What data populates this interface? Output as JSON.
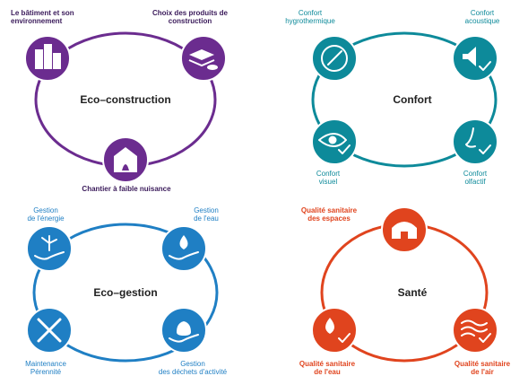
{
  "quadrants": [
    {
      "id": "eco-construction",
      "color": "#6b2c8f",
      "center_label": "Eco–construction",
      "nodes": [
        {
          "label": "Le bâtiment et son\nenvironnement",
          "icon": "buildings-icon"
        },
        {
          "label": "Choix des produits de\nconstruction",
          "icon": "materials-icon"
        },
        {
          "label": "Chantier à faible nuisance",
          "icon": "construction-site-icon"
        }
      ]
    },
    {
      "id": "confort",
      "color": "#0d8a9a",
      "center_label": "Confort",
      "nodes": [
        {
          "label": "Confort\nhygrothermique",
          "icon": "gauge-icon"
        },
        {
          "label": "Confort\nacoustique",
          "icon": "speaker-check-icon"
        },
        {
          "label": "Confort\nvisuel",
          "icon": "eye-check-icon"
        },
        {
          "label": "Confort\nolfactif",
          "icon": "nose-check-icon"
        }
      ]
    },
    {
      "id": "eco-gestion",
      "color": "#1f7fc4",
      "center_label": "Eco–gestion",
      "nodes": [
        {
          "label": "Gestion\nde l'énergie",
          "icon": "wind-turbine-hand-icon"
        },
        {
          "label": "Gestion\nde l'eau",
          "icon": "water-drop-hand-icon"
        },
        {
          "label": "Maintenance\nPérennité",
          "icon": "tools-icon"
        },
        {
          "label": "Gestion\ndes déchets d'activité",
          "icon": "waste-bag-hand-icon"
        }
      ]
    },
    {
      "id": "sante",
      "color": "#e0441e",
      "center_label": "Santé",
      "nodes": [
        {
          "label": "Qualité sanitaire\ndes espaces",
          "icon": "house-icon"
        },
        {
          "label": "Qualité sanitaire\nde l'eau",
          "icon": "water-drop-check-icon"
        },
        {
          "label": "Qualité sanitaire\nde l'air",
          "icon": "air-waves-check-icon"
        }
      ]
    }
  ]
}
